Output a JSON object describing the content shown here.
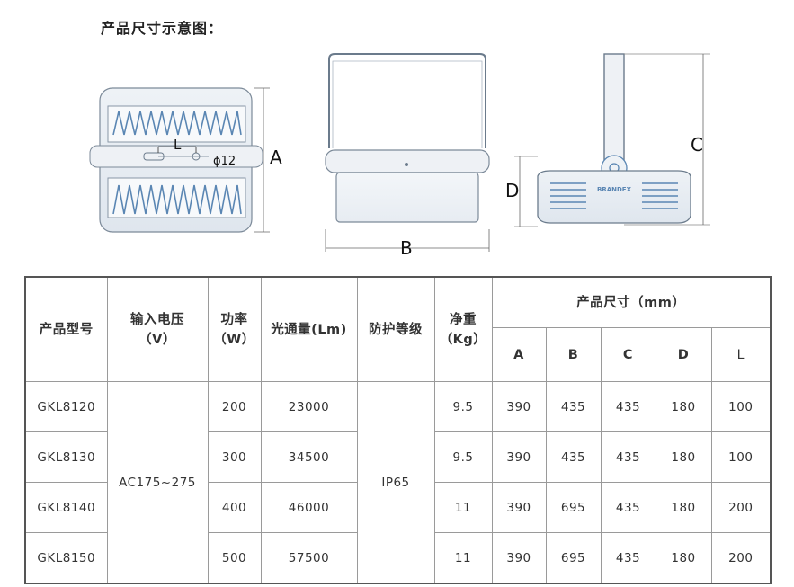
{
  "diagram": {
    "heading": "产品尺寸示意图：",
    "labels": {
      "A": "A",
      "B": "B",
      "C": "C",
      "D": "D",
      "L": "L",
      "phi": "ϕ12"
    },
    "logo_text": "BRANDEX"
  },
  "table": {
    "headers": {
      "model": "产品型号",
      "voltage_line1": "输入电压",
      "voltage_line2": "（V）",
      "power_line1": "功率",
      "power_line2": "（W）",
      "flux": "光通量(Lm)",
      "ip": "防护等级",
      "weight_line1": "净重",
      "weight_line2": "（Kg）",
      "size": "产品尺寸（mm）",
      "dims": [
        "A",
        "B",
        "C",
        "D",
        "L"
      ]
    },
    "shared": {
      "voltage": "AC175~275",
      "ip": "IP65"
    },
    "rows": [
      {
        "model": "GKL8120",
        "power": "200",
        "flux": "23000",
        "weight": "9.5",
        "A": "390",
        "B": "435",
        "C": "435",
        "D": "180",
        "L": "100"
      },
      {
        "model": "GKL8130",
        "power": "300",
        "flux": "34500",
        "weight": "9.5",
        "A": "390",
        "B": "435",
        "C": "435",
        "D": "180",
        "L": "100"
      },
      {
        "model": "GKL8140",
        "power": "400",
        "flux": "46000",
        "weight": "11",
        "A": "390",
        "B": "695",
        "C": "435",
        "D": "180",
        "L": "200"
      },
      {
        "model": "GKL8150",
        "power": "500",
        "flux": "57500",
        "weight": "11",
        "A": "390",
        "B": "695",
        "C": "435",
        "D": "180",
        "L": "200"
      }
    ]
  }
}
